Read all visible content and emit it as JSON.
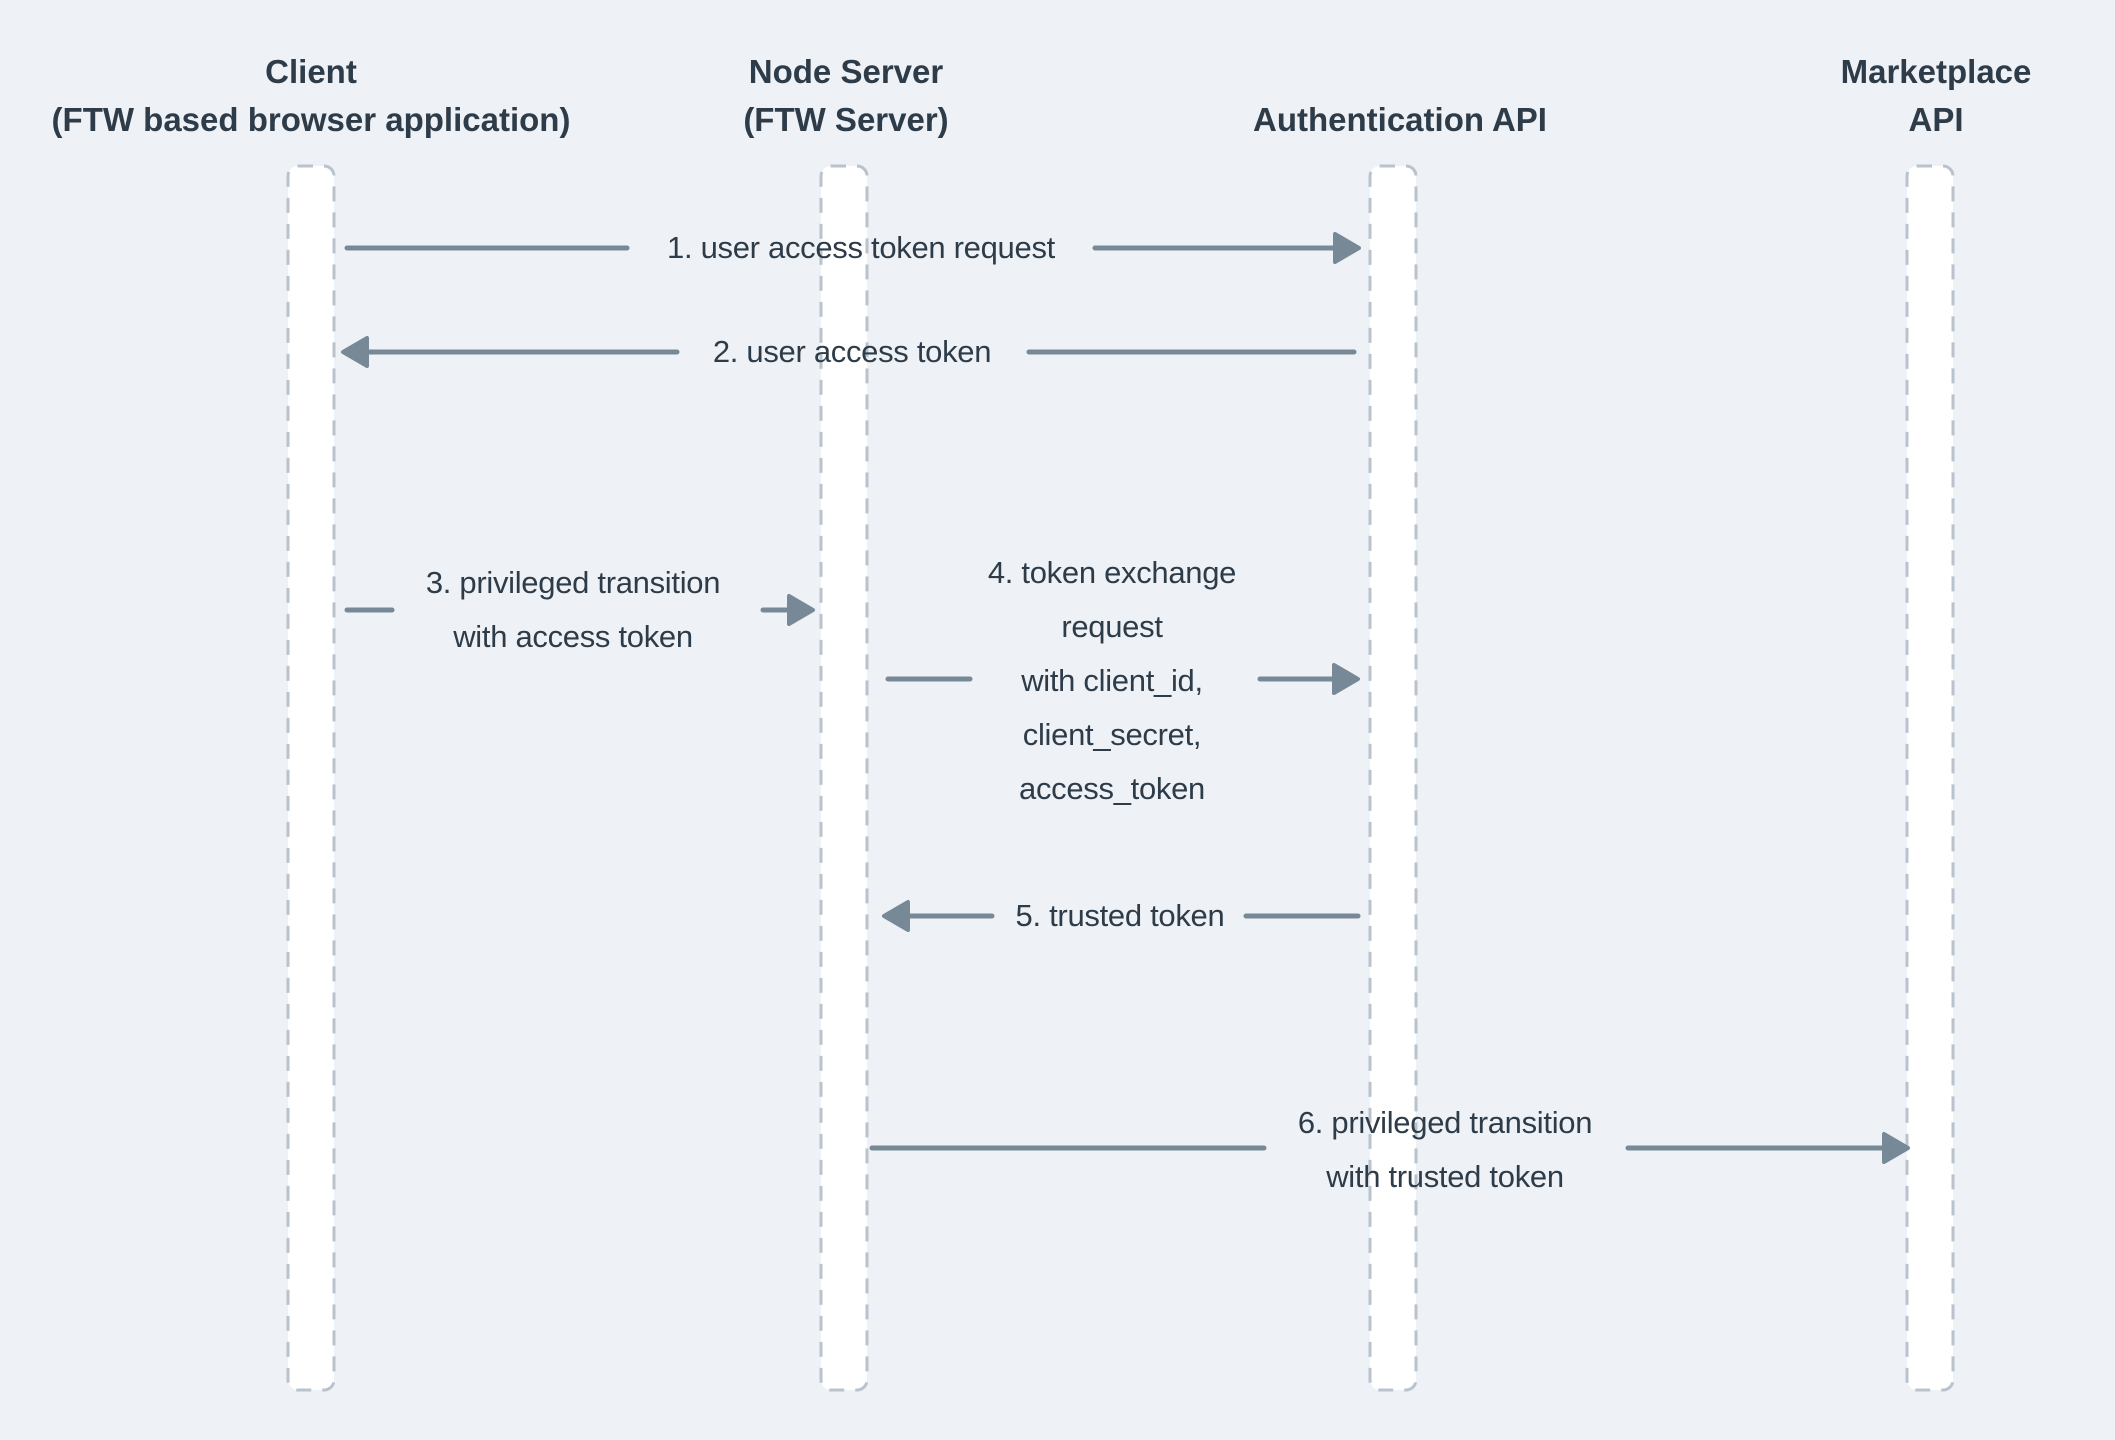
{
  "diagram": {
    "type": "sequence-diagram",
    "participants": [
      {
        "id": "client",
        "label": "Client\n(FTW based browser application)"
      },
      {
        "id": "node-server",
        "label": "Node Server\n(FTW Server)"
      },
      {
        "id": "authentication-api",
        "label": "Authentication API"
      },
      {
        "id": "marketplace-api",
        "label": "Marketplace API"
      }
    ],
    "messages": [
      {
        "num": 1,
        "label": "1. user access token request",
        "from": "Client",
        "to": "Authentication API",
        "direction": "right"
      },
      {
        "num": 2,
        "label": "2. user access token",
        "from": "Authentication API",
        "to": "Client",
        "direction": "left"
      },
      {
        "num": 3,
        "label": "3. privileged transition\nwith access token",
        "from": "Client",
        "to": "Node Server",
        "direction": "right"
      },
      {
        "num": 4,
        "label": "4. token exchange\nrequest\nwith client_id,\nclient_secret,\naccess_token",
        "from": "Node Server",
        "to": "Authentication API",
        "direction": "right"
      },
      {
        "num": 5,
        "label": "5. trusted token",
        "from": "Authentication API",
        "to": "Node Server",
        "direction": "left"
      },
      {
        "num": 6,
        "label": "6. privileged transition\nwith trusted token",
        "from": "Node Server",
        "to": "Marketplace API",
        "direction": "right"
      }
    ],
    "colors": {
      "background": "#eef1f5",
      "arrow": "#778997",
      "text": "#2e3c49",
      "lifeline_fill": "#ffffff",
      "lifeline_border": "#b9c3ce"
    }
  }
}
